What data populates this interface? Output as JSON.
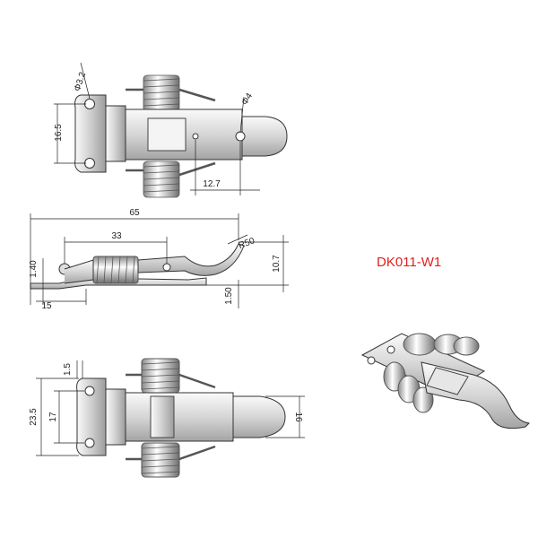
{
  "model_code": "DK011-W1",
  "colors": {
    "model_code": "#e0201c",
    "line": "#222222",
    "metal_light": "#eeeeee",
    "metal_dark": "#9a9a9a"
  },
  "top_view": {
    "dim_hole_dia": "Φ3.2",
    "dim_pin_dia": "Φ4",
    "dim_width": "16.5",
    "dim_hole_spacing": "12.7"
  },
  "side_view": {
    "dim_overall_length": "65",
    "dim_inner_length": "33",
    "dim_tip_radius": "R50",
    "dim_base_offset": "1.40",
    "dim_base_length": "15",
    "dim_overall_height": "10.7",
    "dim_plate_thickness": "1.50"
  },
  "bottom_view": {
    "dim_gap": "1.5",
    "dim_overall_width": "23.5",
    "dim_hole_spacing": "17",
    "dim_hook_width": "16"
  }
}
